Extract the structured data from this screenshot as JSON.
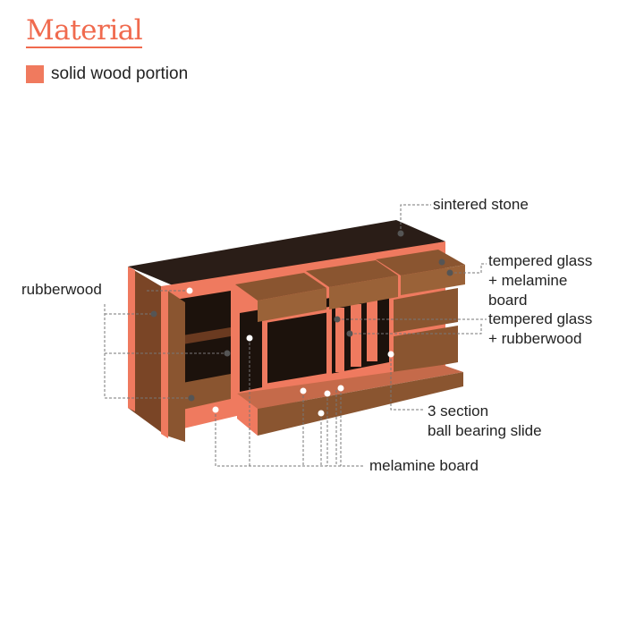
{
  "header": {
    "title": "Material"
  },
  "legend": {
    "label": "solid wood portion",
    "color": "#f07a5e"
  },
  "labels": {
    "sintered_stone": "sintered stone",
    "tempered_melamine": [
      "tempered glass",
      "+ melamine",
      "board"
    ],
    "tempered_rubberwood": [
      "tempered glass",
      "+ rubberwood"
    ],
    "rubberwood": "rubberwood",
    "ball_bearing": [
      "3 section",
      "ball bearing slide"
    ],
    "melamine_board": "melamine board"
  },
  "colors": {
    "accent": "#f06a4e",
    "solid_wood": "#ef7a5f",
    "stone": "#2a1d17",
    "walnut": "#8a5530",
    "dark_interior": "#1c120c"
  }
}
